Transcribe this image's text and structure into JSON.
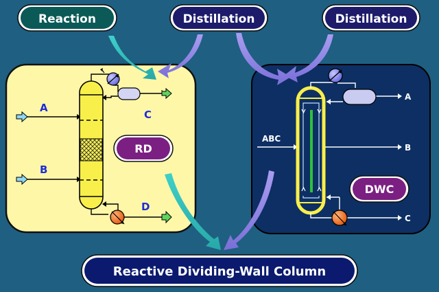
{
  "pills": {
    "reaction": "Reaction",
    "distillation_left": "Distillation",
    "distillation_right": "Distillation"
  },
  "rd_panel": {
    "feed_a": "A",
    "feed_b": "B",
    "top_product": "C",
    "bottom_product": "D",
    "badge": "RD"
  },
  "dwc_panel": {
    "feed": "ABC",
    "top_product": "A",
    "side_product": "B",
    "bottom_product": "C",
    "badge": "DWC"
  },
  "result": {
    "title": "Reactive Dividing-Wall Column"
  },
  "colors": {
    "background": "#1f5f82",
    "rd_panel": "#fff7a8",
    "dwc_panel": "#0d2f63",
    "reaction_pill": "#0b5a58",
    "distillation_pill": "#1d1b6a",
    "column_yellow": "#f8ef4a",
    "wall_green": "#2ec13d",
    "condenser": "#8082ee",
    "reboiler": "#f26b16",
    "reaction_arrow": "#3ac6c2",
    "distillation_arrow": "#9a8fea"
  }
}
